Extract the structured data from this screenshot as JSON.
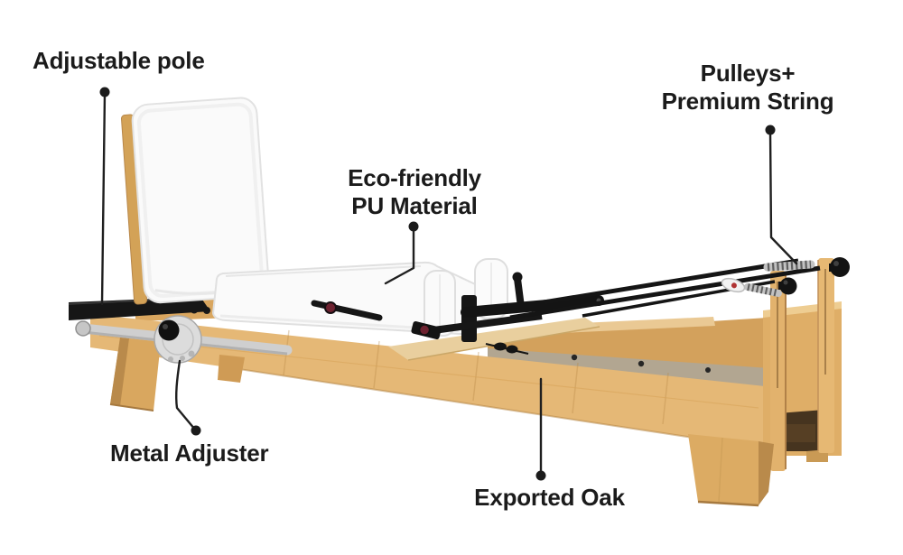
{
  "figure": {
    "title": "Pilates reformer annotated product diagram",
    "type": "annotated-product-image"
  },
  "labels": {
    "adjustable_pole": "Adjustable pole",
    "pulleys_line1": "Pulleys+",
    "pulleys_line2": "Premium String",
    "eco_line1": "Eco-friendly",
    "eco_line2": "PU Material",
    "metal_adjuster": "Metal Adjuster",
    "exported_oak": "Exported Oak"
  },
  "colors": {
    "annotation": "#1f1f1f",
    "wood_light": "#e5b876",
    "wood_mid": "#dcab63",
    "wood_dark": "#b98a4b",
    "upholstery": "#fafafa",
    "strap_black": "#161616",
    "metal_silver": "#cfcfcf",
    "inner_ledge_grey": "#b2a691",
    "cutout_brown": "#46341f"
  }
}
